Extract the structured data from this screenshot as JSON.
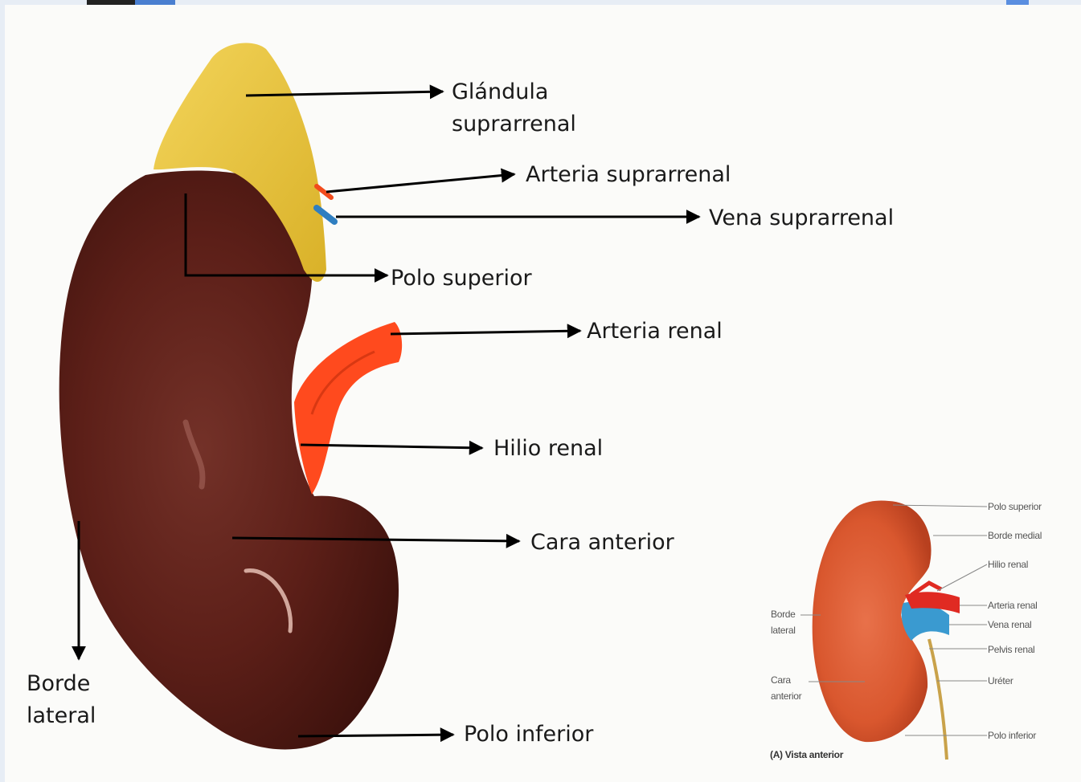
{
  "main_labels": {
    "glandula_line1": "Glándula",
    "glandula_line2": "suprarrenal",
    "arteria_suprarrenal": "Arteria suprarrenal",
    "vena_suprarrenal": "Vena suprarrenal",
    "polo_superior": "Polo superior",
    "arteria_renal": "Arteria renal",
    "hilio_renal": "Hilio renal",
    "cara_anterior": "Cara anterior",
    "borde_line1": "Borde",
    "borde_line2": "lateral",
    "polo_inferior": "Polo inferior"
  },
  "inset": {
    "polo_superior": "Polo superior",
    "borde_medial": "Borde medial",
    "hilio_renal": "Hilio renal",
    "arteria_renal": "Arteria renal",
    "vena_renal": "Vena renal",
    "pelvis_renal": "Pelvis renal",
    "ureter": "Uréter",
    "polo_inferior": "Polo inferior",
    "borde_line1": "Borde",
    "borde_line2": "lateral",
    "cara_line1": "Cara",
    "cara_line2": "anterior",
    "caption": "(A) Vista anterior"
  },
  "colors": {
    "kidney_model": "#5a1e17",
    "adrenal_gland": "#e6c237",
    "artery": "#ff4a1e",
    "vein": "#2f7ec0",
    "inset_kidney": "#d9572e"
  }
}
